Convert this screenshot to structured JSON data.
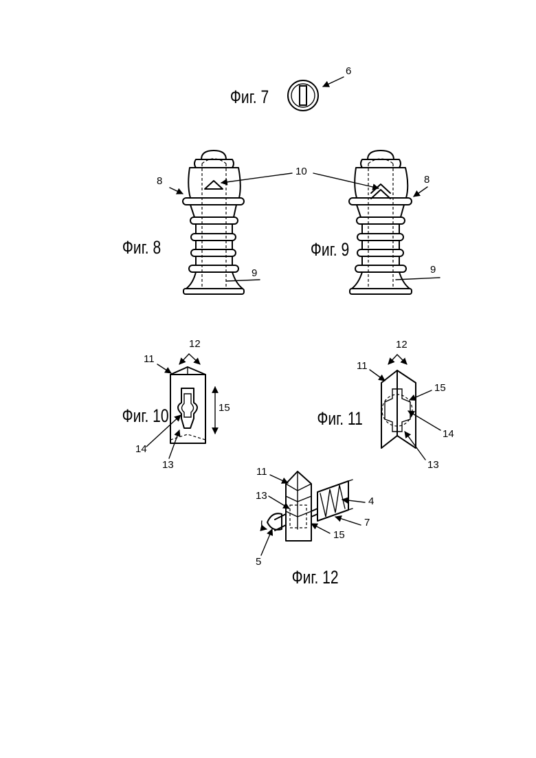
{
  "figures": {
    "fig7": "Фиг. 7",
    "fig8": "Фиг. 8",
    "fig9": "Фиг. 9",
    "fig10": "Фиг. 10",
    "fig11": "Фиг. 11",
    "fig12": "Фиг. 12"
  },
  "refs": {
    "fig7": {
      "r6": "6"
    },
    "fig8": {
      "r8": "8",
      "r9": "9"
    },
    "shared": {
      "r10": "10"
    },
    "fig9": {
      "r8": "8",
      "r9": "9"
    },
    "fig10": {
      "r11": "11",
      "r12": "12",
      "r15": "15",
      "r14": "14",
      "r13": "13"
    },
    "fig11": {
      "r11": "11",
      "r12": "12",
      "r15": "15",
      "r14": "14",
      "r13": "13"
    },
    "fig12": {
      "r11": "11",
      "r13": "13",
      "r4": "4",
      "r7": "7",
      "r15": "15",
      "r5": "5"
    }
  }
}
